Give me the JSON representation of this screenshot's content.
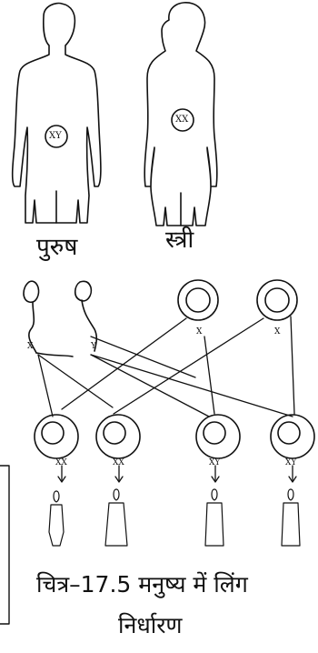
{
  "labels": {
    "male": "पुरुष",
    "female": "स्त्री",
    "male_chromosomes": "XY",
    "female_chromosomes": "XX",
    "gamete_x_left": "X",
    "gamete_y": "Y",
    "gamete_x_mid": "X",
    "gamete_x_right": "X",
    "zygote_1": "XX",
    "zygote_2": "XX",
    "zygote_3": "XY",
    "zygote_4": "XY"
  },
  "caption": {
    "line1": "चित्र–17.5 मनुष्य में लिंग",
    "line2": "निर्धारण"
  }
}
